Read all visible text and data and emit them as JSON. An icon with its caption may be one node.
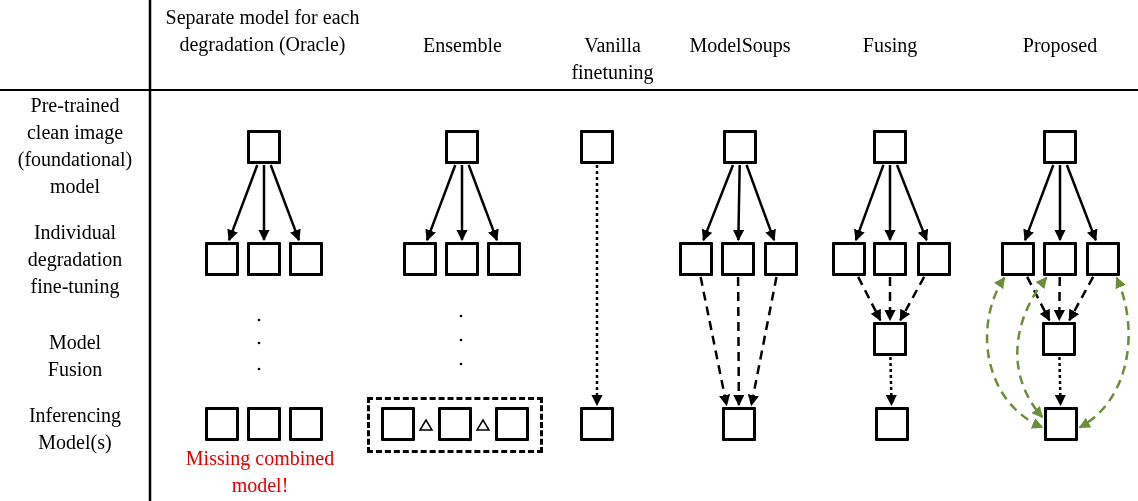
{
  "diagram": {
    "nodes": [
      {
        "text": [],
        "shape": "box"
      },
      {
        "text": [],
        "shape": "box"
      },
      {
        "text": [],
        "shape": "box"
      },
      {
        "text": [],
        "shape": "box"
      },
      {
        "text": [],
        "shape": "box"
      },
      {
        "text": [],
        "shape": "box"
      },
      {
        "text": [],
        "shape": "box"
      },
      {
        "text": [],
        "shape": "box"
      },
      {
        "text": [],
        "shape": "box"
      },
      {
        "text": [],
        "shape": "box"
      },
      {
        "text": [],
        "shape": "box"
      },
      {
        "text": [],
        "shape": "box"
      },
      {
        "text": [],
        "shape": "box",
        "in": 11
      },
      {
        "text": [],
        "shape": "box",
        "in": 11
      },
      {
        "text": [],
        "shape": "box",
        "in": 11
      },
      {
        "text": [],
        "shape": "box"
      },
      {
        "text": [],
        "shape": "box"
      },
      {
        "text": [],
        "shape": "box"
      },
      {
        "text": [],
        "shape": "box"
      },
      {
        "text": [],
        "shape": "box"
      },
      {
        "text": [],
        "shape": "box"
      },
      {
        "text": [],
        "shape": "box"
      },
      {
        "text": [],
        "shape": "box"
      },
      {
        "text": [],
        "shape": "box"
      },
      {
        "text": [],
        "shape": "box"
      },
      {
        "text": [],
        "shape": "box"
      },
      {
        "text": [],
        "shape": "box"
      },
      {
        "text": [],
        "shape": "box"
      },
      {
        "text": [],
        "shape": "box"
      },
      {
        "text": [],
        "shape": "box"
      },
      {
        "text": [],
        "shape": "box"
      },
      {
        "text": [],
        "shape": "box"
      },
      {
        "text": [],
        "shape": "box"
      },
      {
        "text": [],
        "shape": "box"
      }
    ],
    "edges": [
      {
        "from": 0,
        "to": 1,
        "arrow": "to"
      },
      {
        "from": 0,
        "to": 2,
        "arrow": "to"
      },
      {
        "from": 0,
        "to": 3,
        "arrow": "to"
      },
      {
        "from": 7,
        "to": 8,
        "arrow": "to"
      },
      {
        "from": 7,
        "to": 9,
        "arrow": "to"
      },
      {
        "from": 7,
        "to": 10,
        "arrow": "to"
      },
      {
        "from": 15,
        "to": 16,
        "arrow": "to",
        "style": "dashed"
      },
      {
        "from": 17,
        "to": 18,
        "arrow": "to"
      },
      {
        "from": 17,
        "to": 19,
        "arrow": "to"
      },
      {
        "from": 17,
        "to": 20,
        "arrow": "to"
      },
      {
        "from": 18,
        "to": 21,
        "arrow": "to",
        "style": "dashed"
      },
      {
        "from": 19,
        "to": 21,
        "arrow": "to",
        "style": "dashed"
      },
      {
        "from": 20,
        "to": 21,
        "arrow": "to",
        "style": "dashed"
      },
      {
        "from": 22,
        "to": 23,
        "arrow": "to"
      },
      {
        "from": 22,
        "to": 24,
        "arrow": "to"
      },
      {
        "from": 22,
        "to": 25,
        "arrow": "to"
      },
      {
        "from": 23,
        "to": 26,
        "arrow": "to",
        "style": "dashed"
      },
      {
        "from": 24,
        "to": 26,
        "arrow": "to",
        "style": "dashed"
      },
      {
        "from": 25,
        "to": 26,
        "arrow": "to",
        "style": "dashed"
      },
      {
        "from": 26,
        "to": 27,
        "arrow": "to",
        "style": "dashed"
      },
      {
        "from": 28,
        "to": 29,
        "arrow": "to"
      },
      {
        "from": 28,
        "to": 30,
        "arrow": "to"
      },
      {
        "from": 28,
        "to": 31,
        "arrow": "to"
      },
      {
        "from": 29,
        "to": 32,
        "arrow": "to",
        "style": "dashed"
      },
      {
        "from": 30,
        "to": 32,
        "arrow": "to",
        "style": "dashed"
      },
      {
        "from": 31,
        "to": 32,
        "arrow": "to",
        "style": "dashed"
      },
      {
        "from": 32,
        "to": 33,
        "arrow": "to",
        "style": "dashed"
      },
      {
        "from": 29,
        "to": 33,
        "arrow": "both",
        "style": "dashed",
        "color": "#6b8e3a"
      },
      {
        "from": 30,
        "to": 33,
        "arrow": "both",
        "style": "dashed",
        "color": "#6b8e3a"
      },
      {
        "from": 31,
        "to": 33,
        "arrow": "both",
        "style": "dashed",
        "color": "#6b8e3a"
      }
    ],
    "labels": [
      "Separate model for each degradation (Oracle)",
      "Ensemble",
      "Vanilla finetuning",
      "ModelSoups",
      "Fusing",
      "Proposed",
      "Pre-trained clean image (foundational) model",
      "Individual degradation fine-tuning",
      "Model Fusion",
      "Inferencing Model(s)",
      "Missing combined model!"
    ]
  }
}
